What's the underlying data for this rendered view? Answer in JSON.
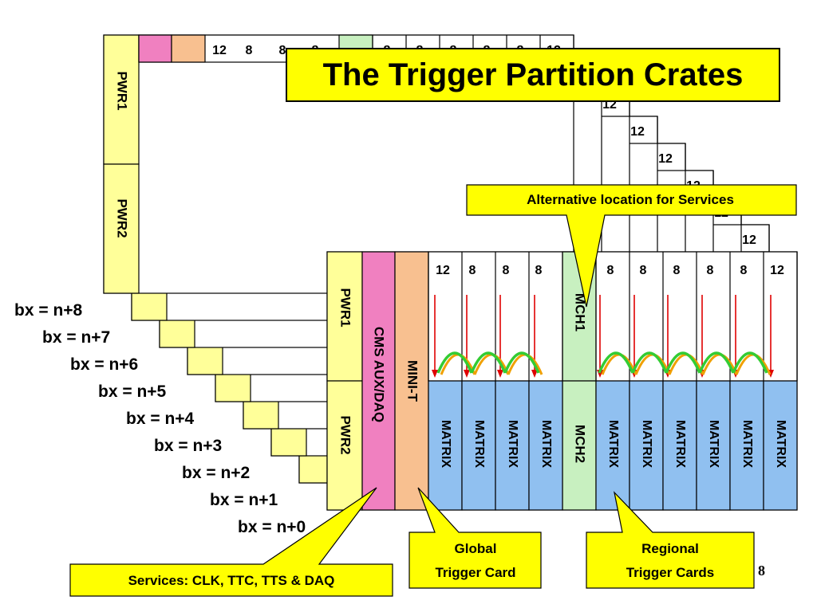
{
  "title": "The Trigger Partition Crates",
  "colors": {
    "pwr": "#ffff99",
    "aux": "#f080c0",
    "mini": "#f8c090",
    "mch": "#c8f0c0",
    "matrix": "#90c0f0",
    "callout": "#ffff00",
    "arrow_red": "#e00000",
    "arc_green": "#33cc33",
    "arc_orange": "#f0a000"
  },
  "crate": {
    "pwr1_label": "PWR1",
    "pwr2_label": "PWR2",
    "aux_label": "CMS AUX/DAQ",
    "minit_label": "MINI-T",
    "mch1_label": "MCH1",
    "mch2_label": "MCH2",
    "matrix_label": "MATRIX",
    "top_numbers": [
      "12",
      "8",
      "8",
      "8",
      "8",
      "8",
      "8",
      "8",
      "8",
      "12"
    ]
  },
  "bx_labels": [
    "bx = n+8",
    "bx = n+7",
    "bx = n+6",
    "bx = n+5",
    "bx = n+4",
    "bx = n+3",
    "bx = n+2",
    "bx = n+1",
    "bx = n+0"
  ],
  "callouts": {
    "services_location": "Alternative location for Services",
    "services": "Services: CLK, TTC, TTS & DAQ",
    "global_1": "Global",
    "global_2": "Trigger Card",
    "regional_1": "Regional",
    "regional_2": "Trigger Cards"
  },
  "page_number": "8"
}
